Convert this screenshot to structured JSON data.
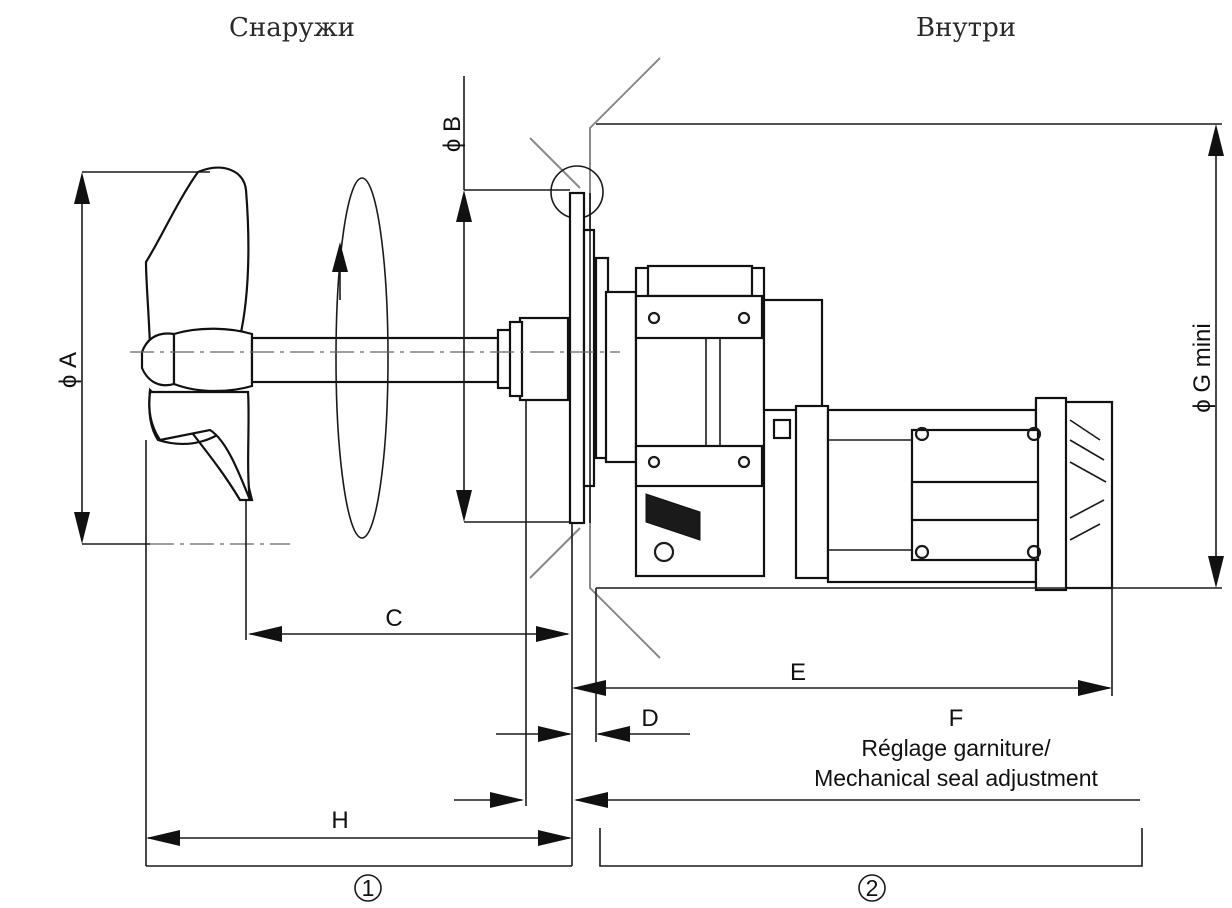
{
  "header": {
    "outside_label": "Снаружи",
    "inside_label": "Внутри"
  },
  "dimensions": {
    "A": "ϕ A",
    "B": "ϕ B",
    "C": "C",
    "D": "D",
    "E": "E",
    "F": "F",
    "G": "ϕ G mini",
    "H": "H"
  },
  "notes": {
    "seal_line1": "Réglage garniture/",
    "seal_line2": "Mechanical seal adjustment"
  },
  "zones": {
    "zone1": "1",
    "zone2": "2"
  }
}
